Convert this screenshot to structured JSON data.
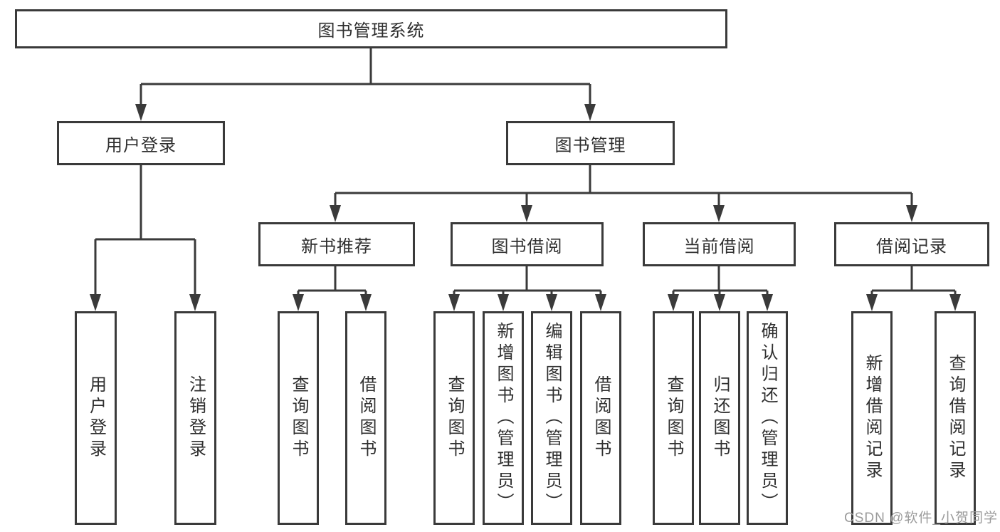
{
  "tree": {
    "label": "图书管理系统",
    "children": [
      {
        "label": "用户登录",
        "children": [
          {
            "label": "用户登录"
          },
          {
            "label": "注销登录"
          }
        ]
      },
      {
        "label": "图书管理",
        "children": [
          {
            "label": "新书推荐",
            "children": [
              {
                "label": "查询图书"
              },
              {
                "label": "借阅图书"
              }
            ]
          },
          {
            "label": "图书借阅",
            "children": [
              {
                "label": "查询图书"
              },
              {
                "label": "新增图书（管理员）"
              },
              {
                "label": "编辑图书（管理员）"
              },
              {
                "label": "借阅图书"
              }
            ]
          },
          {
            "label": "当前借阅",
            "children": [
              {
                "label": "查询图书"
              },
              {
                "label": "归还图书"
              },
              {
                "label": "确认归还（管理员）"
              }
            ]
          },
          {
            "label": "借阅记录",
            "children": [
              {
                "label": "新增借阅记录"
              },
              {
                "label": "查询借阅记录"
              }
            ]
          }
        ]
      }
    ]
  },
  "watermark": "CSDN @软件_小贺同学",
  "colors": {
    "line": "#3a3a3a",
    "box_fill": "#ffffff",
    "text": "#2f2f2f",
    "watermark": "#9b9b9b",
    "background": "#ffffff"
  }
}
